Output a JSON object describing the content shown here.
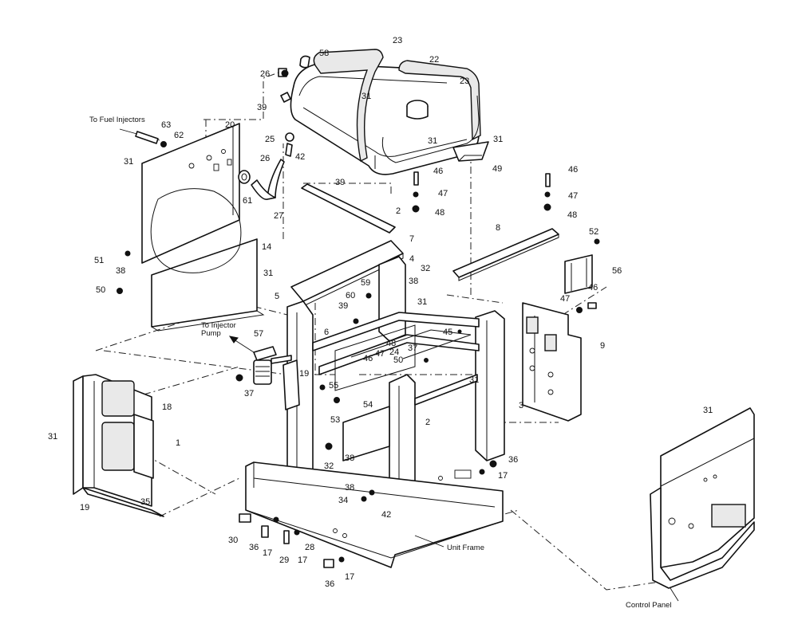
{
  "callouts": {
    "to_fuel_injectors": "To Fuel Injectors",
    "to_injector_pump_line1": "To Injector",
    "to_injector_pump_line2": "Pump",
    "unit_frame": "Unit Frame",
    "control_panel": "Control Panel"
  },
  "part_numbers": [
    "23",
    "58",
    "22",
    "26",
    "23",
    "31",
    "39",
    "63",
    "62",
    "20",
    "31",
    "25",
    "26",
    "42",
    "39",
    "31",
    "31",
    "46",
    "49",
    "61",
    "27",
    "47",
    "2",
    "48",
    "46",
    "47",
    "48",
    "7",
    "8",
    "51",
    "38",
    "14",
    "4",
    "52",
    "32",
    "31",
    "59",
    "38",
    "50",
    "5",
    "60",
    "39",
    "31",
    "56",
    "6",
    "48",
    "45",
    "47",
    "46",
    "57",
    "47",
    "24",
    "37",
    "46",
    "50",
    "9",
    "19",
    "55",
    "37",
    "31",
    "18",
    "54",
    "3",
    "53",
    "2",
    "31",
    "1",
    "32",
    "38",
    "36",
    "17",
    "35",
    "38",
    "34",
    "42",
    "19",
    "30",
    "36",
    "17",
    "28",
    "29",
    "17",
    "36",
    "17",
    "31"
  ]
}
